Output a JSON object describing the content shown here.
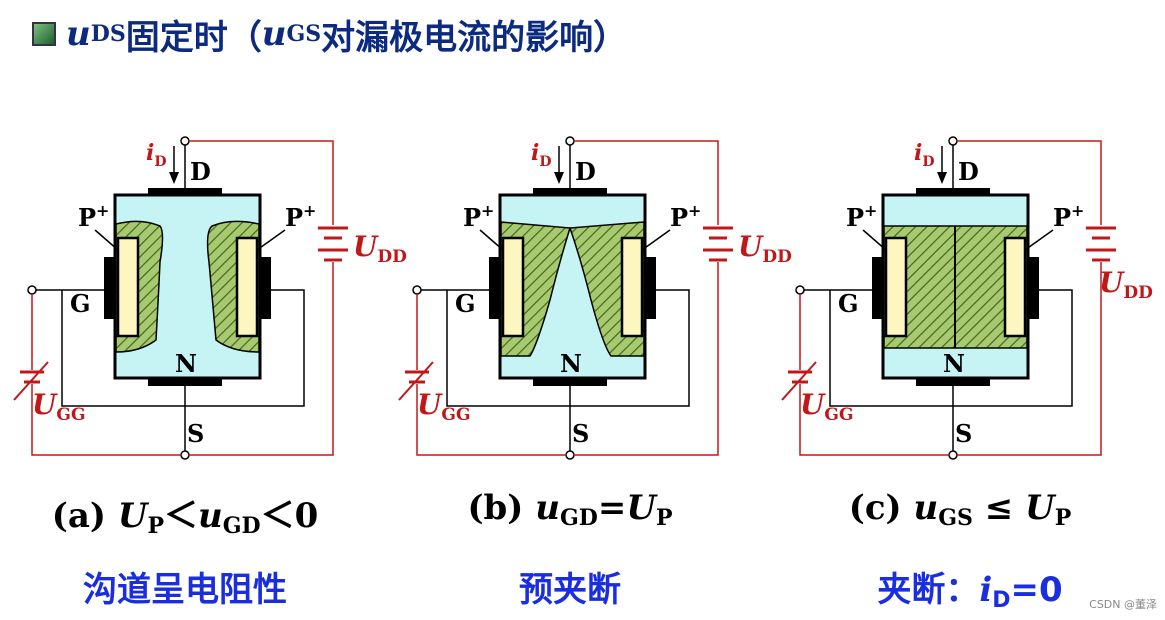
{
  "title": {
    "main_var": "u",
    "main_sub": "DS",
    "text1": "固定时（",
    "var2": "u",
    "var2_sub": "GS",
    "text2": "对漏极电流的影响）"
  },
  "labels": {
    "drain": "D",
    "gate": "G",
    "source": "S",
    "channel": "N",
    "p_plus": "P",
    "plus": "+",
    "id_var": "i",
    "id_sub": "D",
    "udd_var": "U",
    "udd_sub": "DD",
    "ugg_var": "U",
    "ugg_sub": "GG"
  },
  "panels": [
    {
      "caption_prefix": "(a) ",
      "c1": "U",
      "c1s": "P",
      "c2": "＜",
      "c3": "u",
      "c3s": "GD",
      "c4": "＜0",
      "desc": "沟道呈电阻性"
    },
    {
      "caption_prefix": "(b) ",
      "c1": "u",
      "c1s": "GD",
      "c2": "=",
      "c3": "U",
      "c3s": "P",
      "desc": "预夹断"
    },
    {
      "caption_prefix": "(c) ",
      "c1": "u",
      "c1s": "GS",
      "c2": " ≤ ",
      "c3": "U",
      "c3s": "P",
      "desc_text": "夹断：",
      "desc_var": "i",
      "desc_sub": "D",
      "desc_tail": "=0"
    }
  ],
  "watermark": "CSDN @董泽",
  "colors": {
    "title": "#0b2a80",
    "wire_red": "#c01818",
    "channel": "#c6f4f4",
    "depletion": "#a8c970",
    "junction": "#fdf6c0",
    "desc_blue": "#1a2ee0"
  }
}
